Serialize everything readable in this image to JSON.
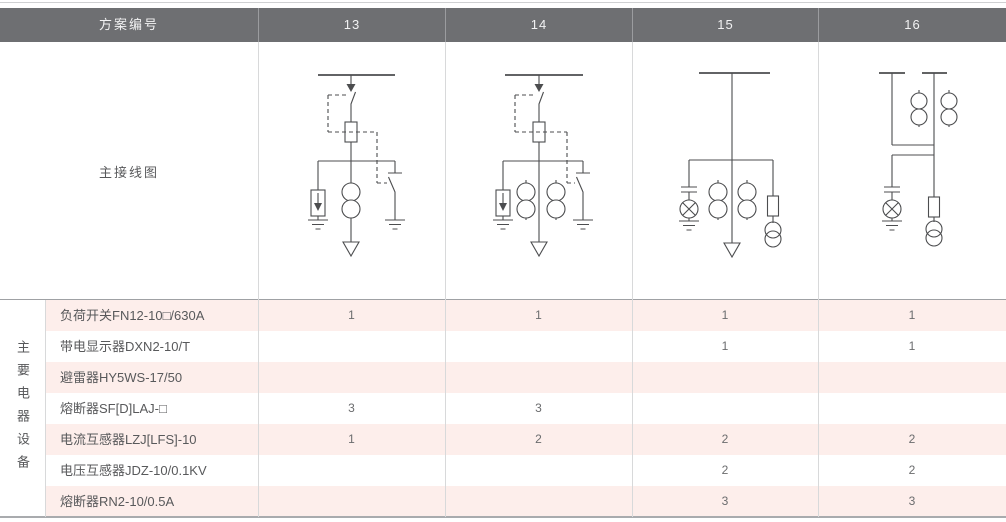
{
  "table": {
    "header": {
      "scheme_label": "方案编号",
      "schemes": [
        "13",
        "14",
        "15",
        "16"
      ]
    },
    "diagram_section": {
      "label": "主接线图",
      "diagrams": [
        {
          "scheme": "13",
          "name": "single-line-diagram-scheme-13"
        },
        {
          "scheme": "14",
          "name": "single-line-diagram-scheme-14"
        },
        {
          "scheme": "15",
          "name": "single-line-diagram-scheme-15"
        },
        {
          "scheme": "16",
          "name": "single-line-diagram-scheme-16"
        }
      ]
    },
    "equipment_section": {
      "group_label": "主要电器设备",
      "rows": [
        {
          "name": "负荷开关FN12-10□/630A",
          "values": [
            "1",
            "1",
            "1",
            "1"
          ]
        },
        {
          "name": "带电显示器DXN2-10/T",
          "values": [
            "",
            "",
            "1",
            "1"
          ]
        },
        {
          "name": "避雷器HY5WS-17/50",
          "values": [
            "",
            "",
            "",
            ""
          ]
        },
        {
          "name": "熔断器SF[D]LAJ-□",
          "values": [
            "3",
            "3",
            "",
            ""
          ]
        },
        {
          "name": "电流互感器LZJ[LFS]-10",
          "values": [
            "1",
            "2",
            "2",
            "2"
          ]
        },
        {
          "name": "电压互感器JDZ-10/0.1KV",
          "values": [
            "",
            "",
            "2",
            "2"
          ]
        },
        {
          "name": "熔断器RN2-10/0.5A",
          "values": [
            "",
            "",
            "3",
            "3"
          ]
        }
      ]
    }
  },
  "colors": {
    "header_bg": "#6e6f72",
    "header_text": "#f2f2f3",
    "row_pink": "#fdeeeb",
    "body_text": "#58595b",
    "grid_light": "#d8d9da",
    "grid_strong": "#a9abae",
    "diagram_stroke": "#4c4d4f"
  }
}
